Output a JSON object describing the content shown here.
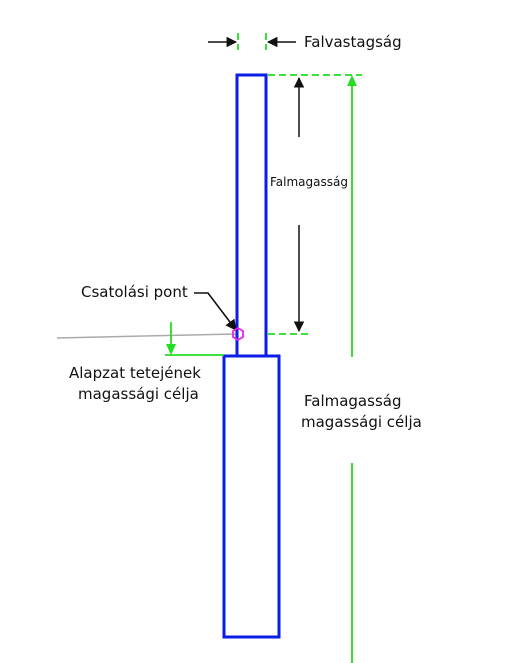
{
  "labels": {
    "wall_thickness": "Falvastagság",
    "wall_height": "Falmagasság",
    "attachment_point": "Csatolási pont",
    "footing_top_target_line1": "Alapzat tetejének",
    "footing_top_target_line2": "magassági célja",
    "wall_height_target_line1": "Falmagasság",
    "wall_height_target_line2": "magassági célja"
  },
  "colors": {
    "wall_outline": "#0a1ee6",
    "dimension": "#22dd22",
    "arrow": "#111111",
    "attachment_marker": "#ee22ee",
    "reference_line": "#aaaaaa"
  }
}
